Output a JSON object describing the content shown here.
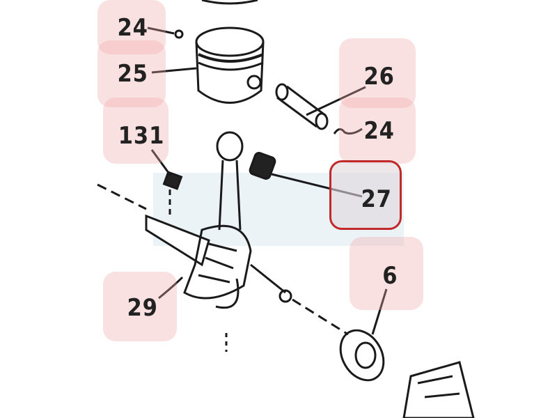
{
  "selected_part": "27",
  "colors": {
    "hotspot": "#f0aaaa",
    "selected_border": "#c0282a"
  },
  "parts": [
    {
      "id": "24",
      "label": "24"
    },
    {
      "id": "25",
      "label": "25"
    },
    {
      "id": "26",
      "label": "26"
    },
    {
      "id": "24b",
      "label": "24"
    },
    {
      "id": "131",
      "label": "131"
    },
    {
      "id": "27",
      "label": "27"
    },
    {
      "id": "29",
      "label": "29"
    },
    {
      "id": "6",
      "label": "6"
    }
  ]
}
